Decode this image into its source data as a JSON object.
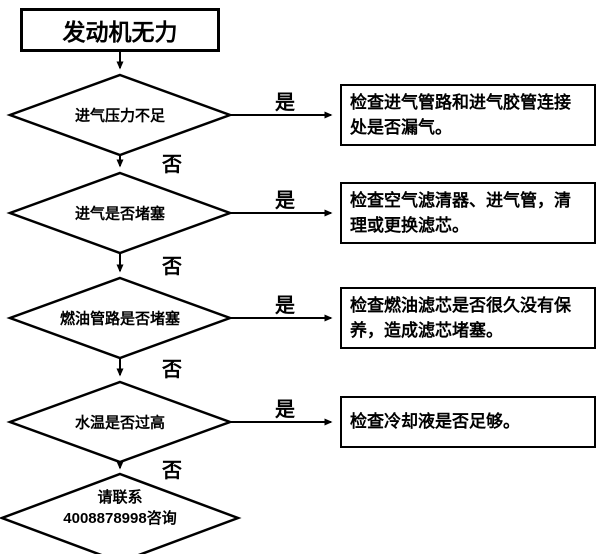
{
  "flowchart": {
    "title_node": "发动机无力",
    "decisions": [
      {
        "label": "进气压力不足",
        "yes_label": "是",
        "no_label": "否",
        "action": "检查进气管路和进气胶管连接处是否漏气。"
      },
      {
        "label": "进气是否堵塞",
        "yes_label": "是",
        "no_label": "否",
        "action": "检查空气滤清器、进气管，清理或更换滤芯。"
      },
      {
        "label": "燃油管路是否堵塞",
        "yes_label": "是",
        "no_label": "否",
        "action": "检查燃油滤芯是否很久没有保养，造成滤芯堵塞。"
      },
      {
        "label": "水温是否过高",
        "yes_label": "是",
        "no_label": "否",
        "action": "检查冷却液是否足够。"
      }
    ],
    "end_node": {
      "line1": "请联系",
      "line2": "4008878998咨询"
    },
    "colors": {
      "line": "#000000",
      "background": "#ffffff"
    }
  }
}
